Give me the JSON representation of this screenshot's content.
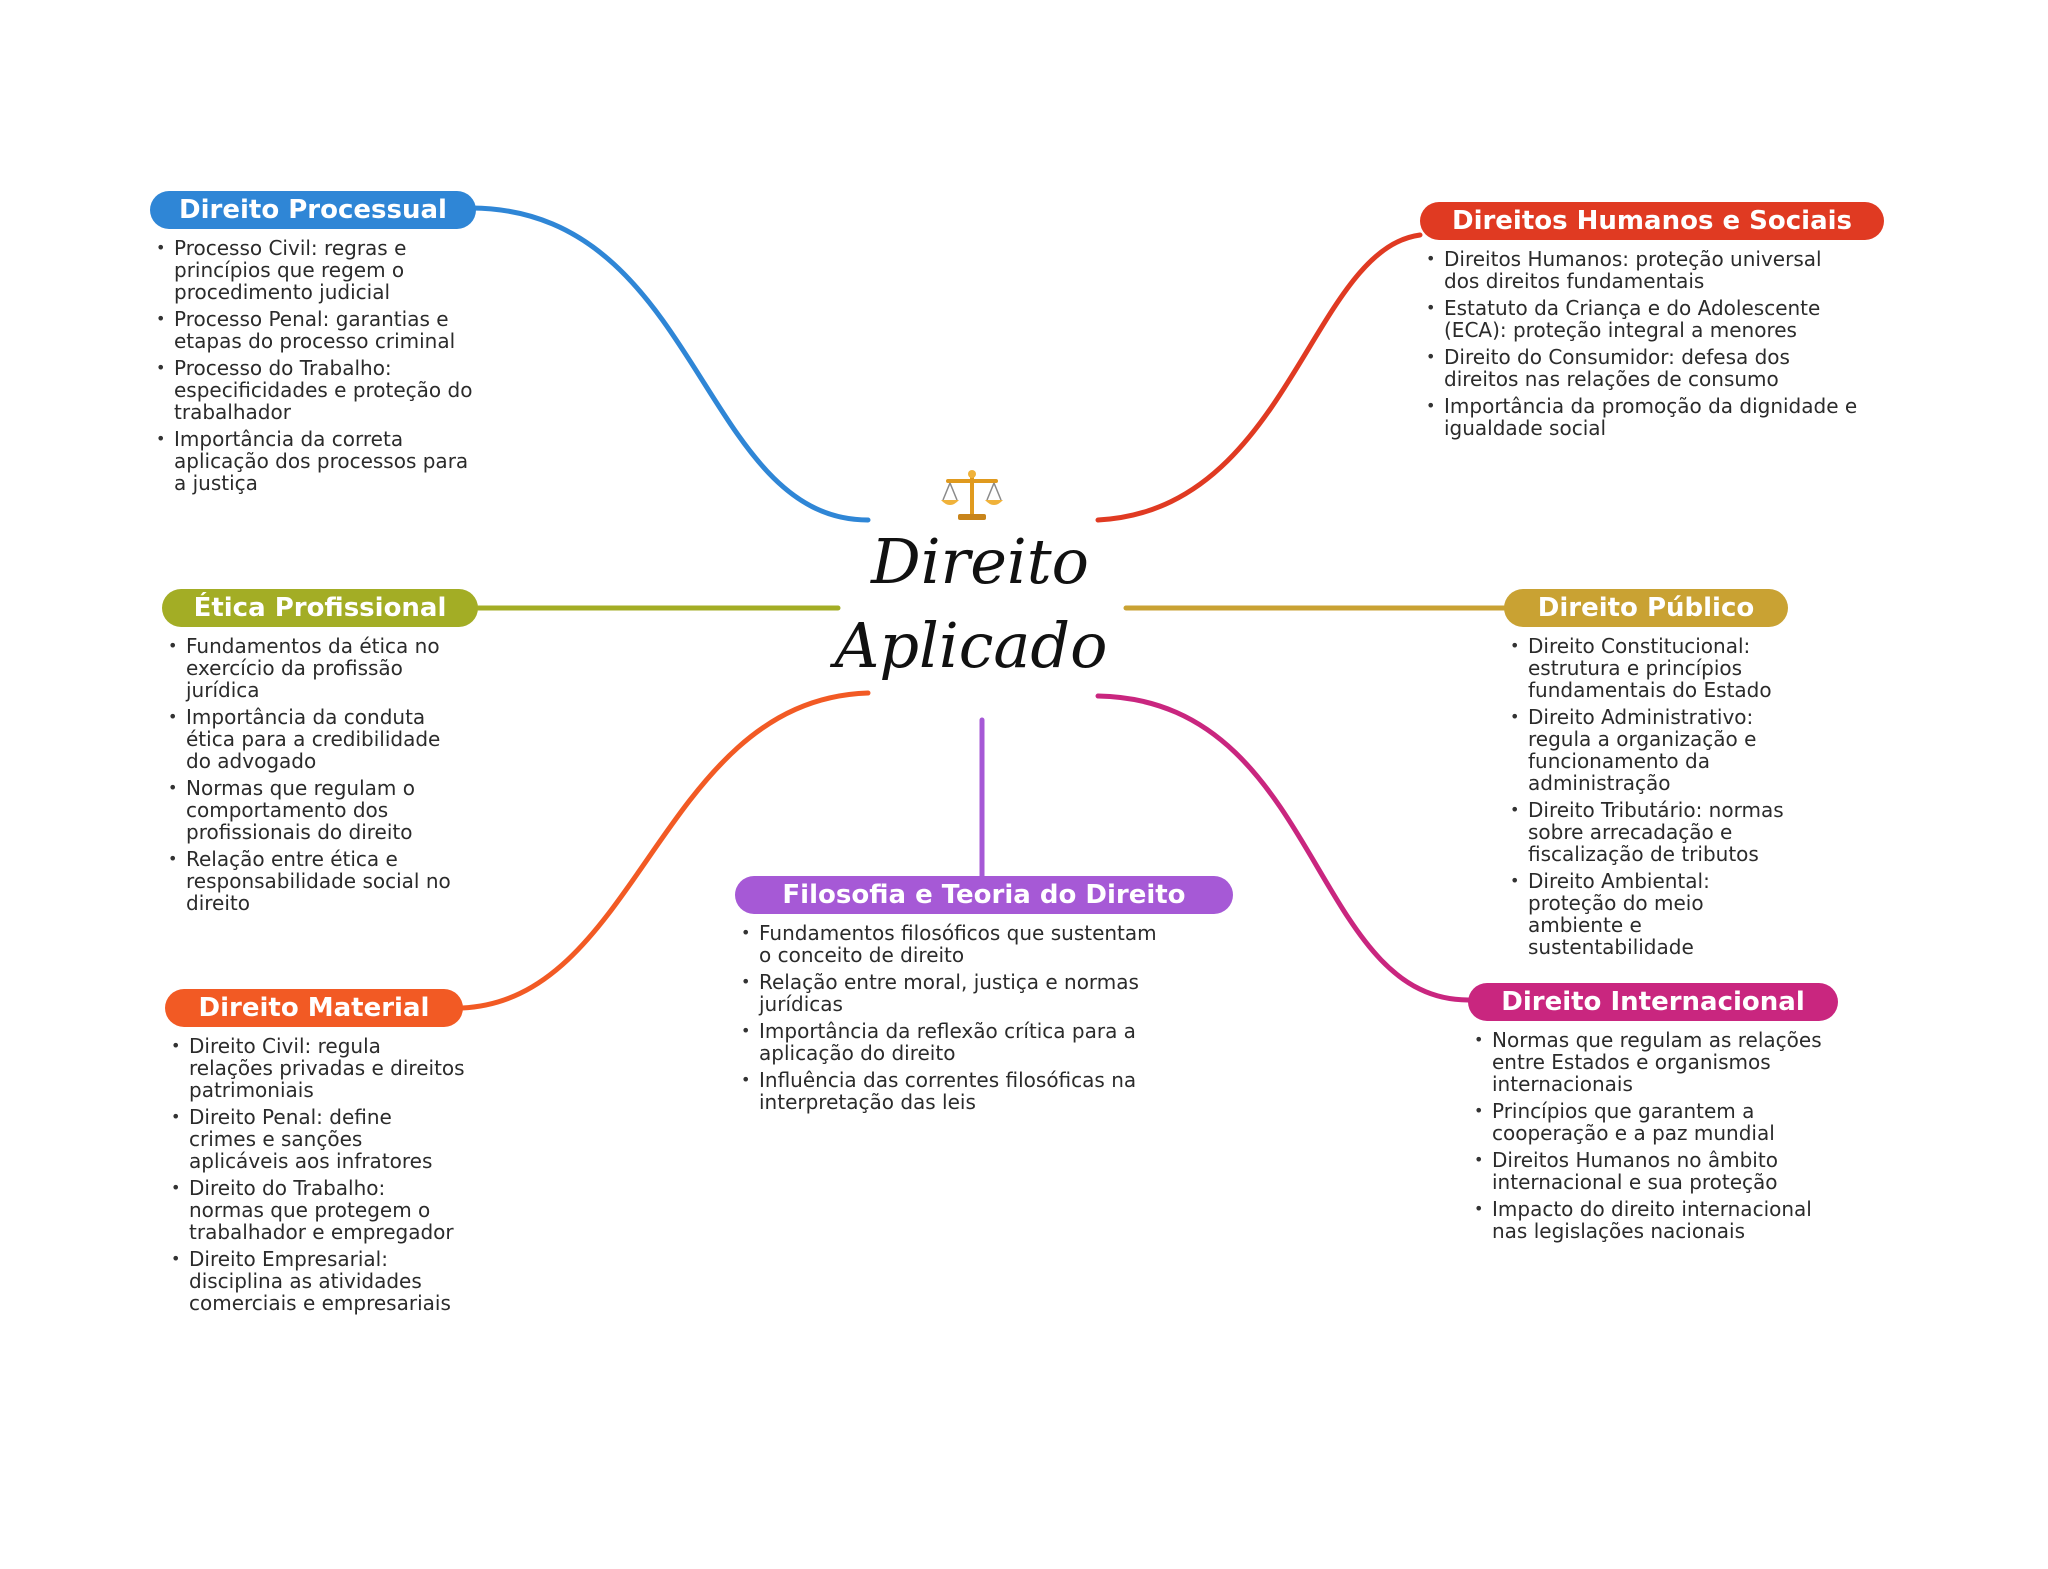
{
  "center": {
    "title_line1": "Direito",
    "title_line2": "Aplicado",
    "icon": "balance-scale-icon"
  },
  "colors": {
    "processual": "#2f86d6",
    "humanos": "#e03a22",
    "etica": "#a3ad25",
    "publico": "#c9a233",
    "material": "#f25a24",
    "filosofia": "#a659d6",
    "internacional": "#c9267f"
  },
  "nodes": {
    "processual": {
      "title": "Direito Processual",
      "items": [
        "Processo Civil: regras e princípios que regem o procedimento judicial",
        "Processo Penal: garantias e etapas do processo criminal",
        "Processo do Trabalho: especificidades e proteção do trabalhador",
        "Importância da correta aplicação dos processos para a justiça"
      ]
    },
    "humanos": {
      "title": "Direitos Humanos e Sociais",
      "items": [
        "Direitos Humanos: proteção universal dos direitos fundamentais",
        "Estatuto da Criança e do Adolescente (ECA): proteção integral a menores",
        "Direito do Consumidor: defesa dos direitos nas relações de consumo",
        "Importância da promoção da dignidade e igualdade social"
      ]
    },
    "etica": {
      "title": "Ética Profissional",
      "items": [
        "Fundamentos da ética no exercício da profissão jurídica",
        "Importância da conduta ética para a credibilidade do advogado",
        "Normas que regulam o comportamento dos profissionais do direito",
        "Relação entre ética e responsabilidade social no direito"
      ]
    },
    "publico": {
      "title": "Direito Público",
      "items": [
        "Direito Constitucional: estrutura e princípios fundamentais do Estado",
        "Direito Administrativo: regula a organização e funcionamento da administração",
        "Direito Tributário: normas sobre arrecadação e fiscalização de tributos",
        "Direito Ambiental: proteção do meio ambiente e sustentabilidade"
      ]
    },
    "material": {
      "title": "Direito Material",
      "items": [
        "Direito Civil: regula relações privadas e direitos patrimoniais",
        "Direito Penal: define crimes e sanções aplicáveis aos infratores",
        "Direito do Trabalho: normas que protegem o trabalhador e empregador",
        "Direito Empresarial: disciplina as atividades comerciais e empresariais"
      ]
    },
    "filosofia": {
      "title": "Filosofia e Teoria do Direito",
      "items": [
        "Fundamentos filosóficos que sustentam o conceito de direito",
        "Relação entre moral, justiça e normas jurídicas",
        "Importância da reflexão crítica para a aplicação do direito",
        "Influência das correntes filosóficas na interpretação das leis"
      ]
    },
    "internacional": {
      "title": "Direito Internacional",
      "items": [
        "Normas que regulam as relações entre Estados e organismos internacionais",
        "Princípios que garantem a cooperação e a paz mundial",
        "Direitos Humanos no âmbito internacional e sua proteção",
        "Impacto do direito internacional nas legislações nacionais"
      ]
    }
  }
}
